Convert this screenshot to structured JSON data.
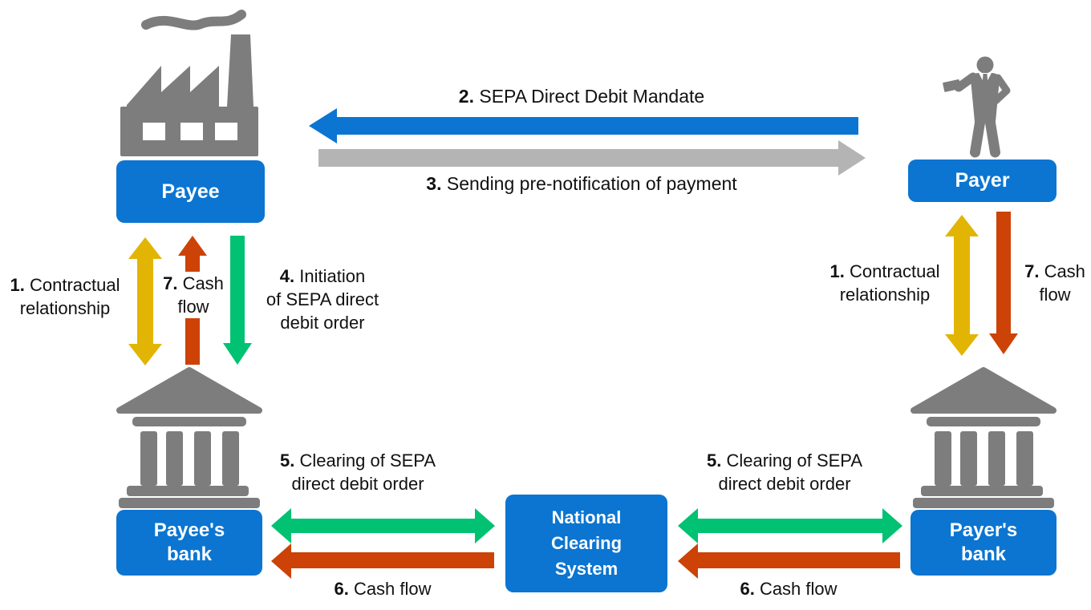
{
  "diagram": {
    "nodes": {
      "payee": {
        "label": "Payee",
        "icon": "factory-icon"
      },
      "payer": {
        "label": "Payer",
        "icon": "businessman-icon"
      },
      "payee_bank": {
        "line1": "Payee's",
        "line2": "bank",
        "icon": "bank-icon"
      },
      "payer_bank": {
        "line1": "Payer's",
        "line2": "bank",
        "icon": "bank-icon"
      },
      "clearing": {
        "line1": "National",
        "line2": "Clearing",
        "line3": "System"
      }
    },
    "steps": {
      "s1_left": {
        "num": "1.",
        "line1": "Contractual",
        "line2": "relationship"
      },
      "s1_right": {
        "num": "1.",
        "line1": "Contractual",
        "line2": "relationship"
      },
      "s2": {
        "num": "2.",
        "text": "SEPA Direct Debit Mandate"
      },
      "s3": {
        "num": "3.",
        "text": "Sending pre-notification of payment"
      },
      "s4": {
        "num": "4.",
        "line1": "Initiation",
        "line2": "of SEPA direct",
        "line3": "debit order"
      },
      "s5_left": {
        "num": "5.",
        "line1": "Clearing of SEPA",
        "line2": "direct debit order"
      },
      "s5_right": {
        "num": "5.",
        "line1": "Clearing of SEPA",
        "line2": "direct debit order"
      },
      "s6_left": {
        "num": "6.",
        "text": "Cash flow"
      },
      "s6_right": {
        "num": "6.",
        "text": "Cash flow"
      },
      "s7_left": {
        "num": "7.",
        "line1": "Cash",
        "line2": "flow"
      },
      "s7_right": {
        "num": "7.",
        "line1": "Cash",
        "line2": "flow"
      }
    },
    "colors": {
      "node_blue": "#0B75D1",
      "icon_gray": "#7D7D7D",
      "arrow_gray": "#B4B4B4",
      "arrow_yellow": "#E2B505",
      "arrow_green": "#00C272",
      "arrow_red": "#CC4207",
      "text": "#111111"
    }
  }
}
